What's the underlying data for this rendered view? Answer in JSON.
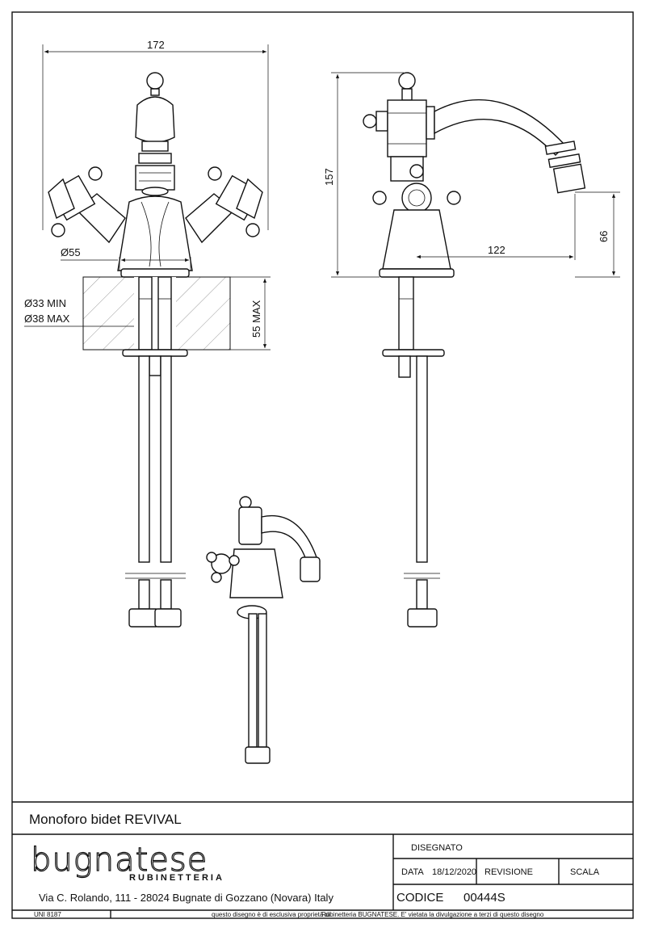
{
  "dimensions": {
    "width_172": "172",
    "diam_55": "Ø55",
    "diam_33_min": "Ø33 MIN",
    "diam_38_max": "Ø38 MAX",
    "max_55": "55 MAX",
    "height_157": "157",
    "reach_122": "122",
    "height_66": "66"
  },
  "title_block": {
    "product_title": "Monoforo bidet REVIVAL",
    "brand": "bugnatese",
    "brand_sub": "RUBINETTERIA",
    "address": "Via C. Rolando, 111 - 28024 Bugnate di Gozzano (Novara) Italy",
    "disegnato_label": "DISEGNATO",
    "data_label": "DATA",
    "data_value": "18/12/2020",
    "revisione_label": "REVISIONE",
    "scala_label": "SCALA",
    "codice_label": "CODICE",
    "codice_value": "00444S",
    "uni_label": "UNI 8187",
    "footer_note_a": "questo disegno è di esclusiva proprietà di",
    "footer_note_b": "Rubinetteria BUGNATESE. E' vietata la divulgazione a terzi di questo disegno"
  }
}
